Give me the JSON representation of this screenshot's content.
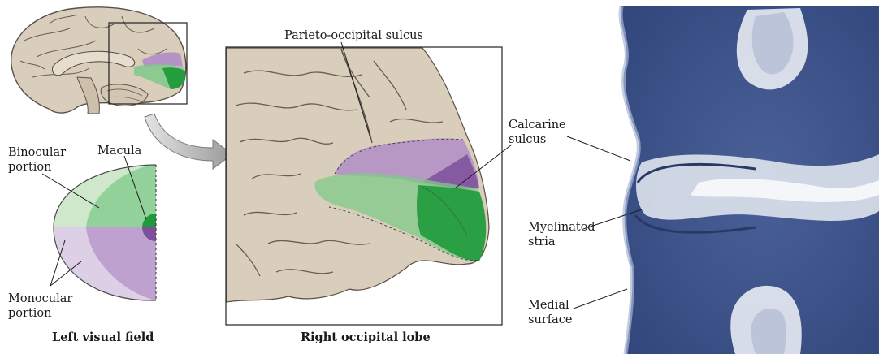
{
  "labels": {
    "parieto_occipital": "Parieto-occipital sulcus",
    "binocular_1": "Binocular",
    "binocular_2": "portion",
    "macula": "Macula",
    "monocular_1": "Monocular",
    "monocular_2": "portion",
    "calcarine_1": "Calcarine",
    "calcarine_2": "sulcus",
    "myelinated_1": "Myelinated",
    "myelinated_2": "stria",
    "medial_1": "Medial",
    "medial_2": "surface"
  },
  "captions": {
    "left_visual_field": "Left visual field",
    "right_occipital_lobe": "Right occipital lobe"
  },
  "colors": {
    "brain_tan": "#d9cdbb",
    "brain_outline": "#5a5046",
    "green_light": "#cfe8cc",
    "green_mid": "#7fc98a",
    "green_dark": "#1e9a3a",
    "purple_light": "#ddd0e6",
    "purple_mid": "#b08dc5",
    "purple_dark": "#7d4f9c",
    "histology_bg": "#3d5488",
    "histology_white": "#e8ecf3"
  }
}
